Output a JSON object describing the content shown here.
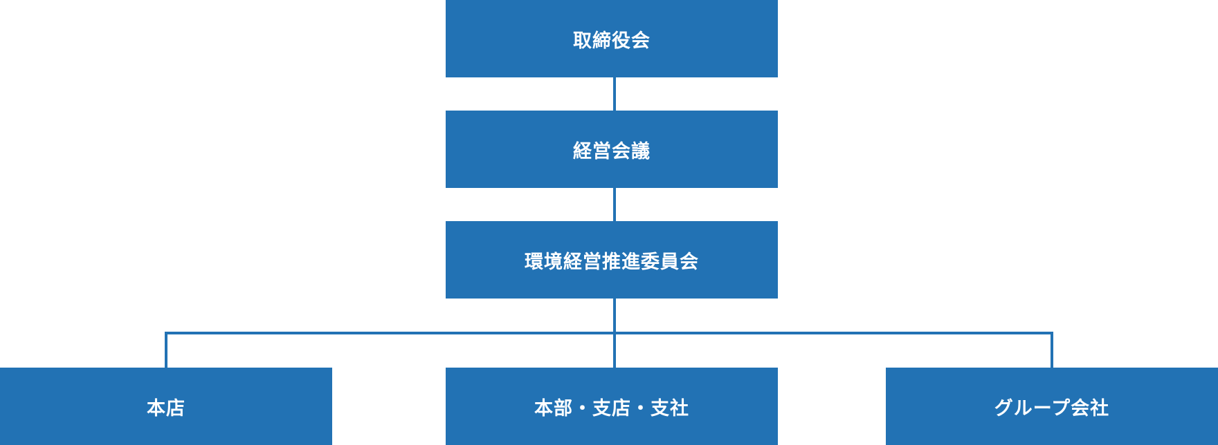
{
  "colors": {
    "box": "#2272b4",
    "line": "#2272b4",
    "text": "#ffffff"
  },
  "org_chart": {
    "board": "取締役会",
    "management_meeting": "経営会議",
    "environmental_committee": "環境経営推進委員会",
    "branches": {
      "head_office": "本店",
      "divisions_branches": "本部・支店・支社",
      "group_companies": "グループ会社"
    }
  }
}
